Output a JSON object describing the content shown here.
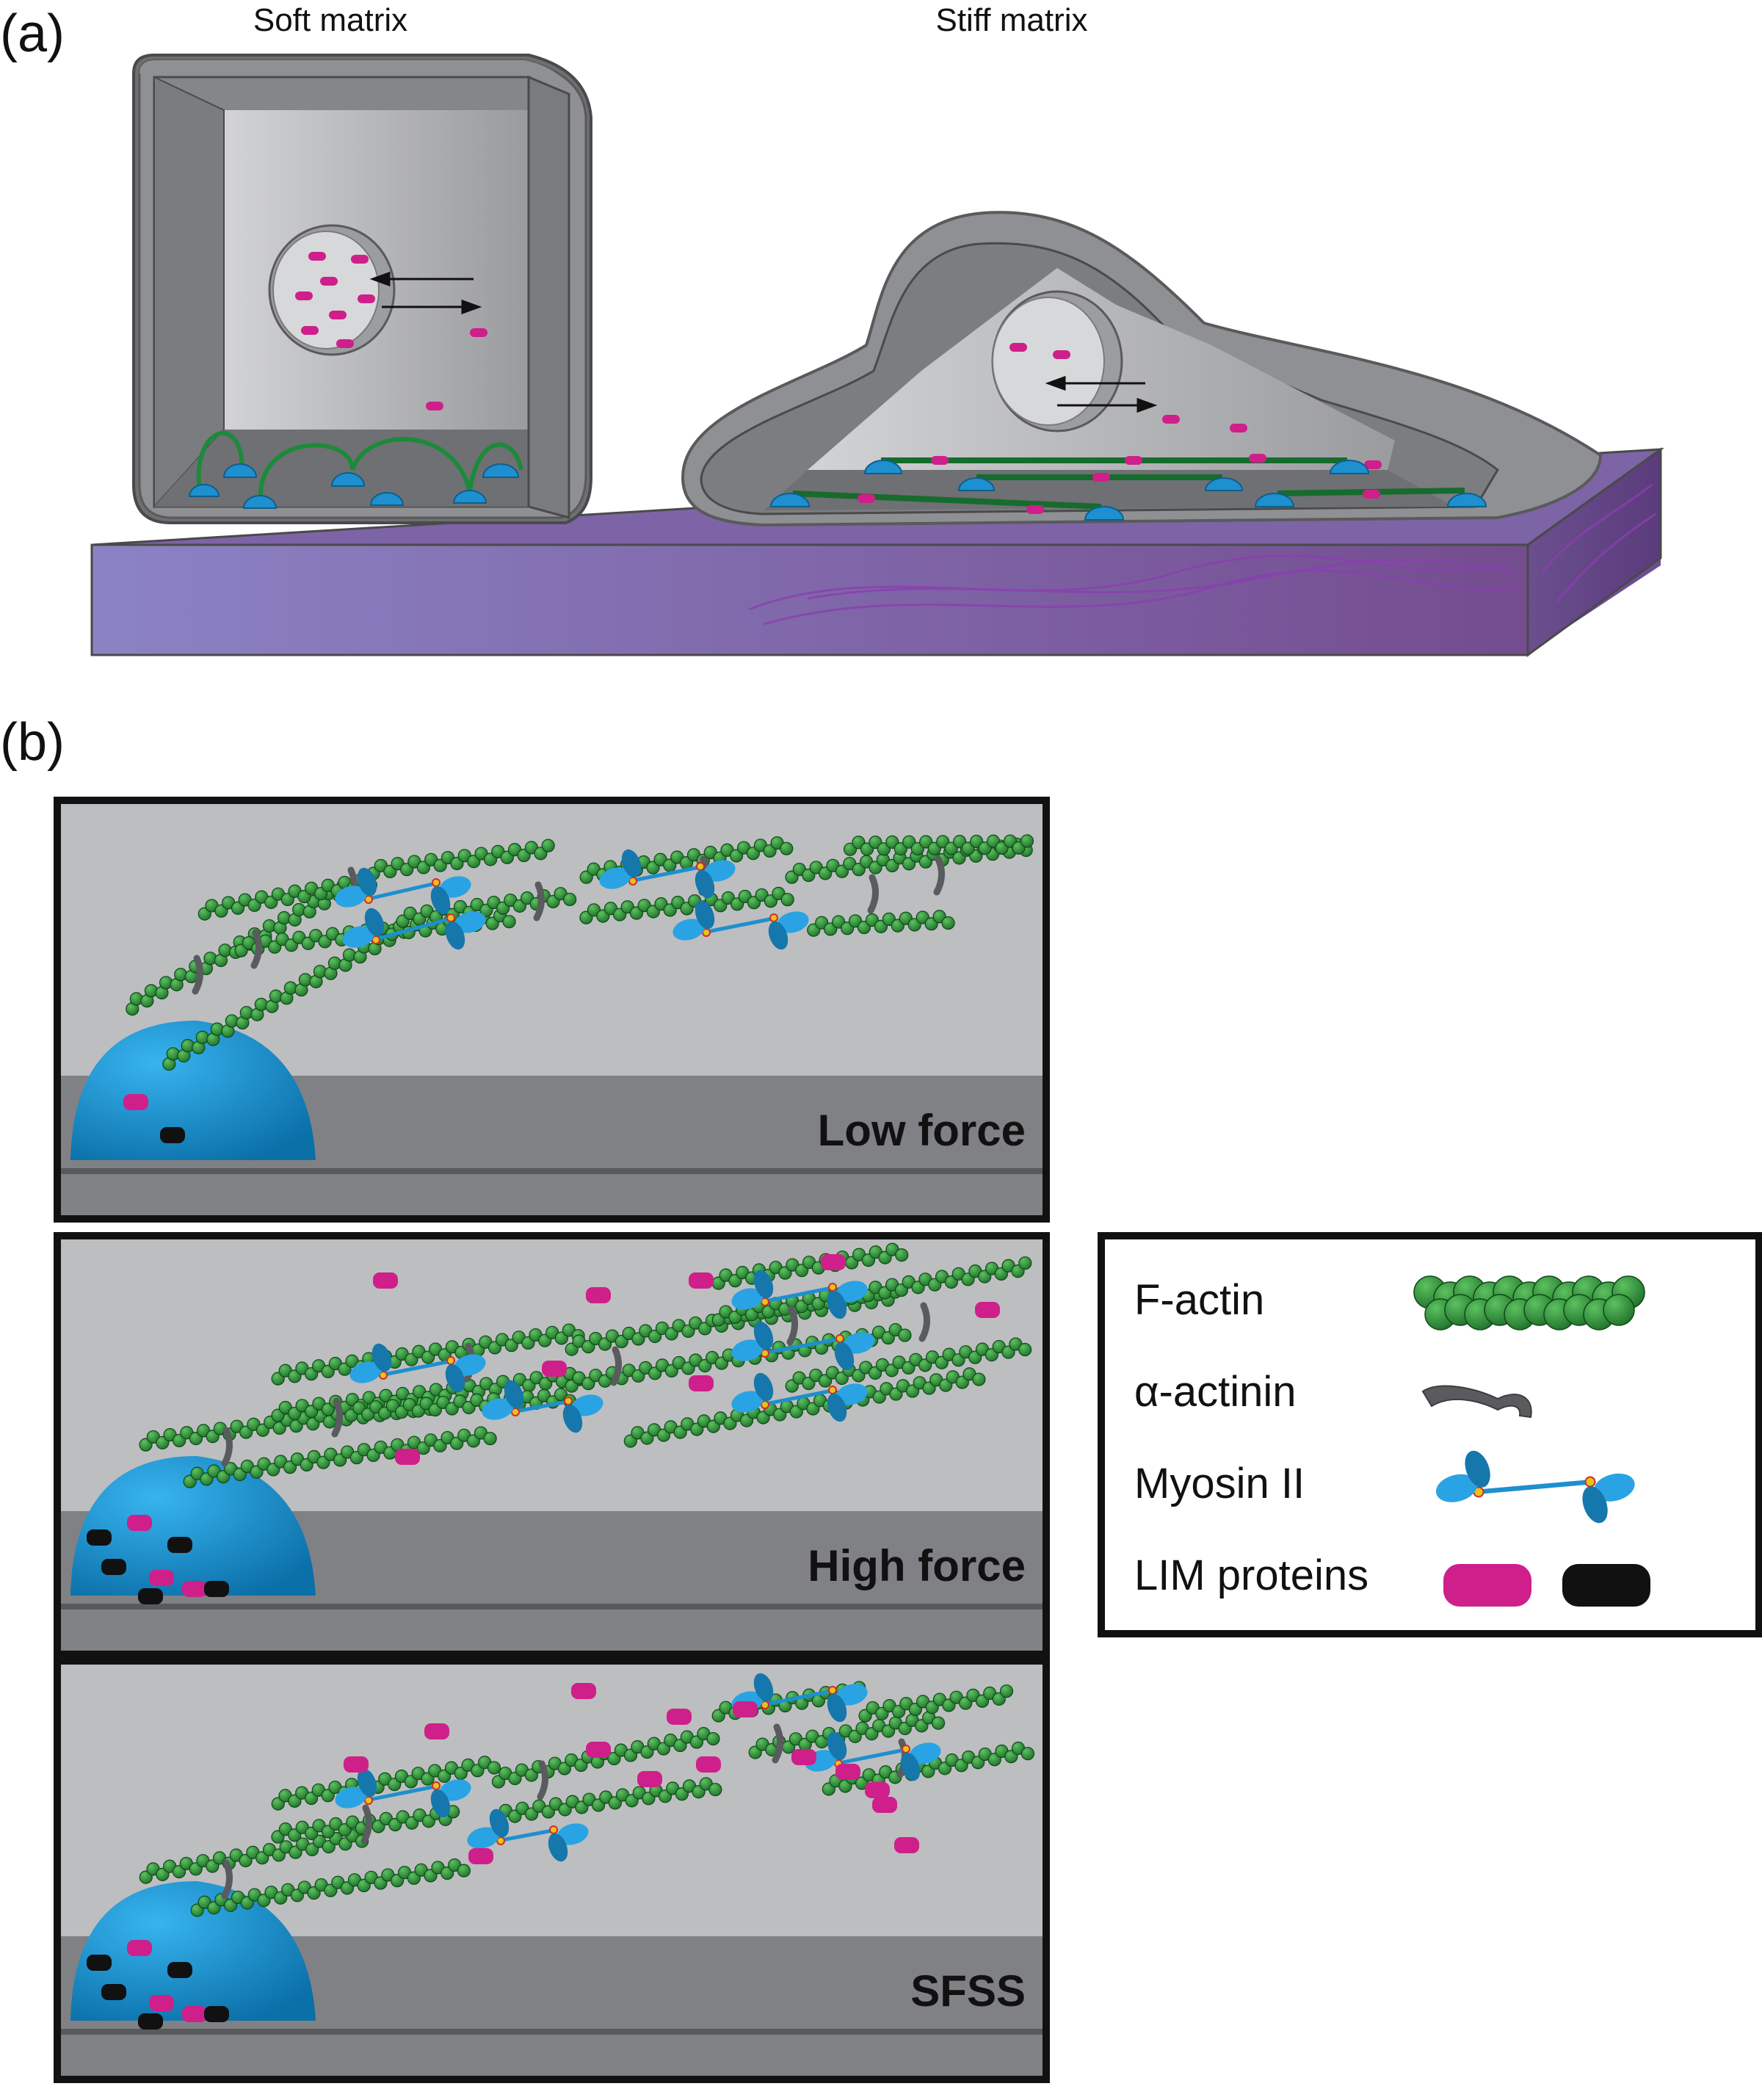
{
  "panel_a": {
    "label": "(a)",
    "soft_title": "Soft matrix",
    "stiff_title": "Stiff matrix"
  },
  "panel_b": {
    "label": "(b)",
    "panels": [
      {
        "name": "Low force"
      },
      {
        "name": "High force"
      },
      {
        "name": "SFSS"
      }
    ]
  },
  "legend": {
    "items": [
      {
        "label": "F-actin",
        "icon": "f-actin-icon"
      },
      {
        "label": "α-actinin",
        "icon": "alpha-actinin-icon"
      },
      {
        "label": "Myosin II",
        "icon": "myosin-icon"
      },
      {
        "label": "LIM proteins",
        "icon": "lim-protein-icon"
      }
    ]
  },
  "colors": {
    "matrix_purple": "#7a5aa8",
    "cell_gray": "#8f9093",
    "adhesion_blue": "#1e8fcf",
    "actin_green": "#2f8f3a",
    "lim_magenta": "#cf1f8a",
    "lim_black": "#111111"
  }
}
